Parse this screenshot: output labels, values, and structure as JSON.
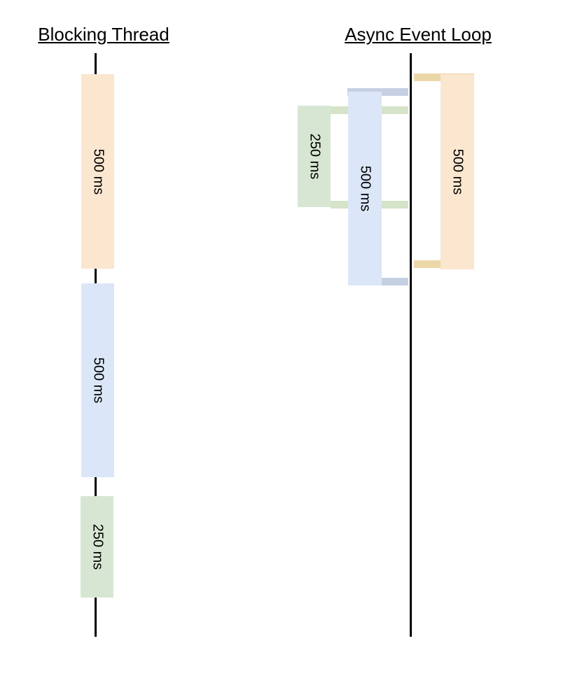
{
  "blocking": {
    "title": "Blocking Thread",
    "tasks": [
      {
        "label": "500 ms",
        "color": "#fbe6cf"
      },
      {
        "label": "500 ms",
        "color": "#dbe7f8"
      },
      {
        "label": "250 ms",
        "color": "#d7e6d3"
      }
    ]
  },
  "async": {
    "title": "Async Event Loop",
    "tasks": [
      {
        "label": "250 ms",
        "color": "#d7e6d3"
      },
      {
        "label": "500 ms",
        "color": "#dbe7f8"
      },
      {
        "label": "500 ms",
        "color": "#fbe6cf"
      }
    ]
  }
}
